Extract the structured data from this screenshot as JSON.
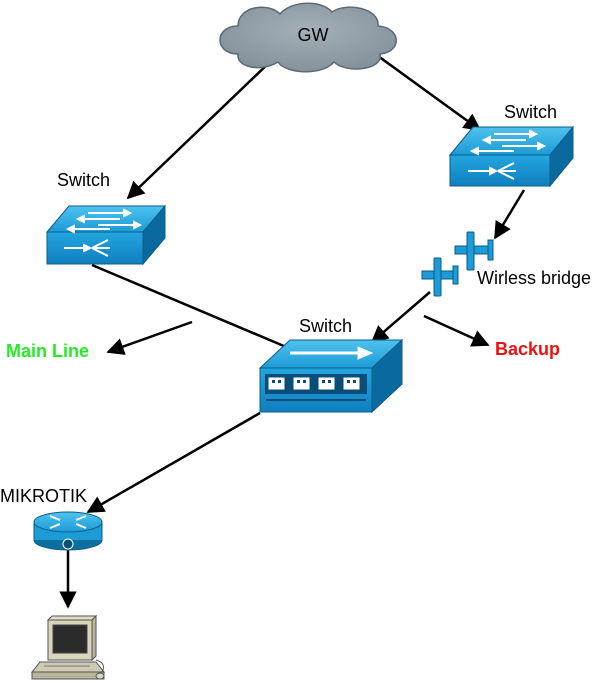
{
  "nodes": {
    "gateway": {
      "label": "GW"
    },
    "switch_left": {
      "label": "Switch"
    },
    "switch_right": {
      "label": "Switch"
    },
    "wireless_bridge": {
      "label": "Wirless bridge"
    },
    "switch_center": {
      "label": "Switch"
    },
    "router": {
      "label": "MIKROTIK"
    },
    "workstation": {
      "label": ""
    }
  },
  "annotations": {
    "main_line": {
      "label": "Main Line",
      "color": "#22ee22"
    },
    "backup": {
      "label": "Backup",
      "color": "#ee1111"
    }
  },
  "colors": {
    "device_blue": "#1c9bd6",
    "device_dark": "#0d6ea0",
    "cloud": "#8c9aa4",
    "link": "#000000"
  },
  "links": [
    {
      "from": "gateway",
      "to": "switch_left"
    },
    {
      "from": "gateway",
      "to": "switch_right"
    },
    {
      "from": "switch_right",
      "to": "wireless_bridge"
    },
    {
      "from": "wireless_bridge",
      "to": "switch_center"
    },
    {
      "from": "switch_left",
      "to": "switch_center"
    },
    {
      "from": "switch_center",
      "to": "router"
    },
    {
      "from": "router",
      "to": "workstation"
    }
  ]
}
